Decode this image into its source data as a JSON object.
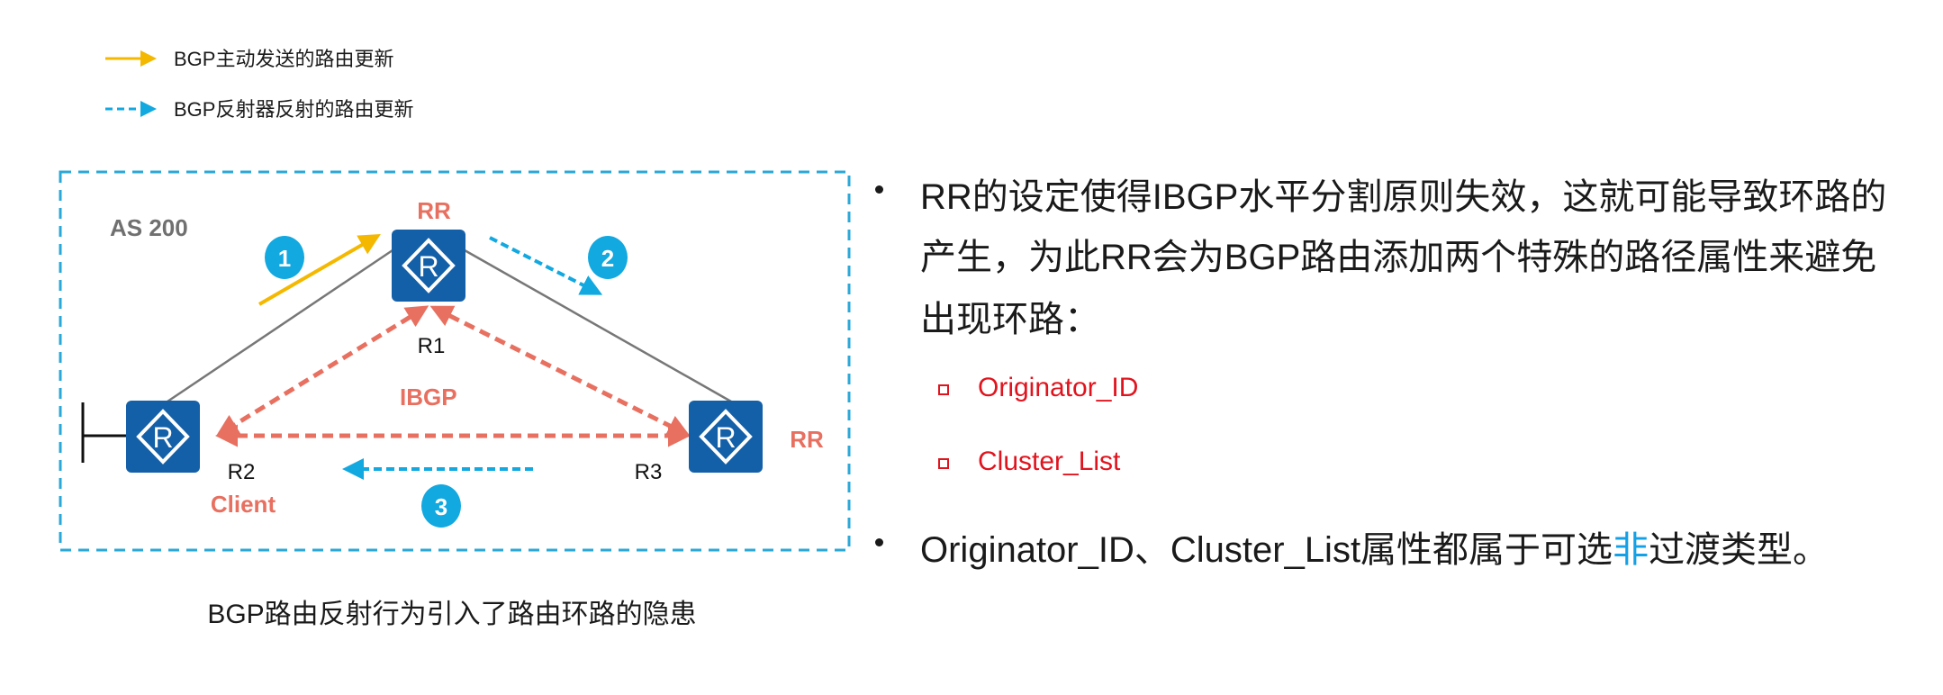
{
  "legend": {
    "solid": "BGP主动发送的路由更新",
    "dashed": "BGP反射器反射的路由更新"
  },
  "diagram": {
    "as_label": "AS 200",
    "r1_role": "RR",
    "r1_name": "R1",
    "r2_name": "R2",
    "r2_role": "Client",
    "r3_name": "R3",
    "r3_role": "RR",
    "session": "IBGP",
    "router_glyph": "R",
    "steps": [
      "1",
      "2",
      "3"
    ]
  },
  "caption": "BGP路由反射行为引入了路由环路的隐患",
  "bullets": {
    "b1_lines": [
      "RR的设定使得IBGP水平分割原则失效，这就可能导致环路的",
      "产生，为此RR会为BGP路由添加两个特殊的路径属性来避免",
      "出现环路："
    ],
    "sub_items": [
      "Originator_ID",
      "Cluster_List"
    ],
    "b2_pre": "Originator_ID、Cluster_List属性都属于可选",
    "b2_highlight": "非",
    "b2_post": "过渡类型。"
  },
  "colors": {
    "yellow": "#f5b800",
    "blue": "#12a8e0",
    "red": "#e87060",
    "router": "#1460a8",
    "accent_red": "#e0141e"
  }
}
